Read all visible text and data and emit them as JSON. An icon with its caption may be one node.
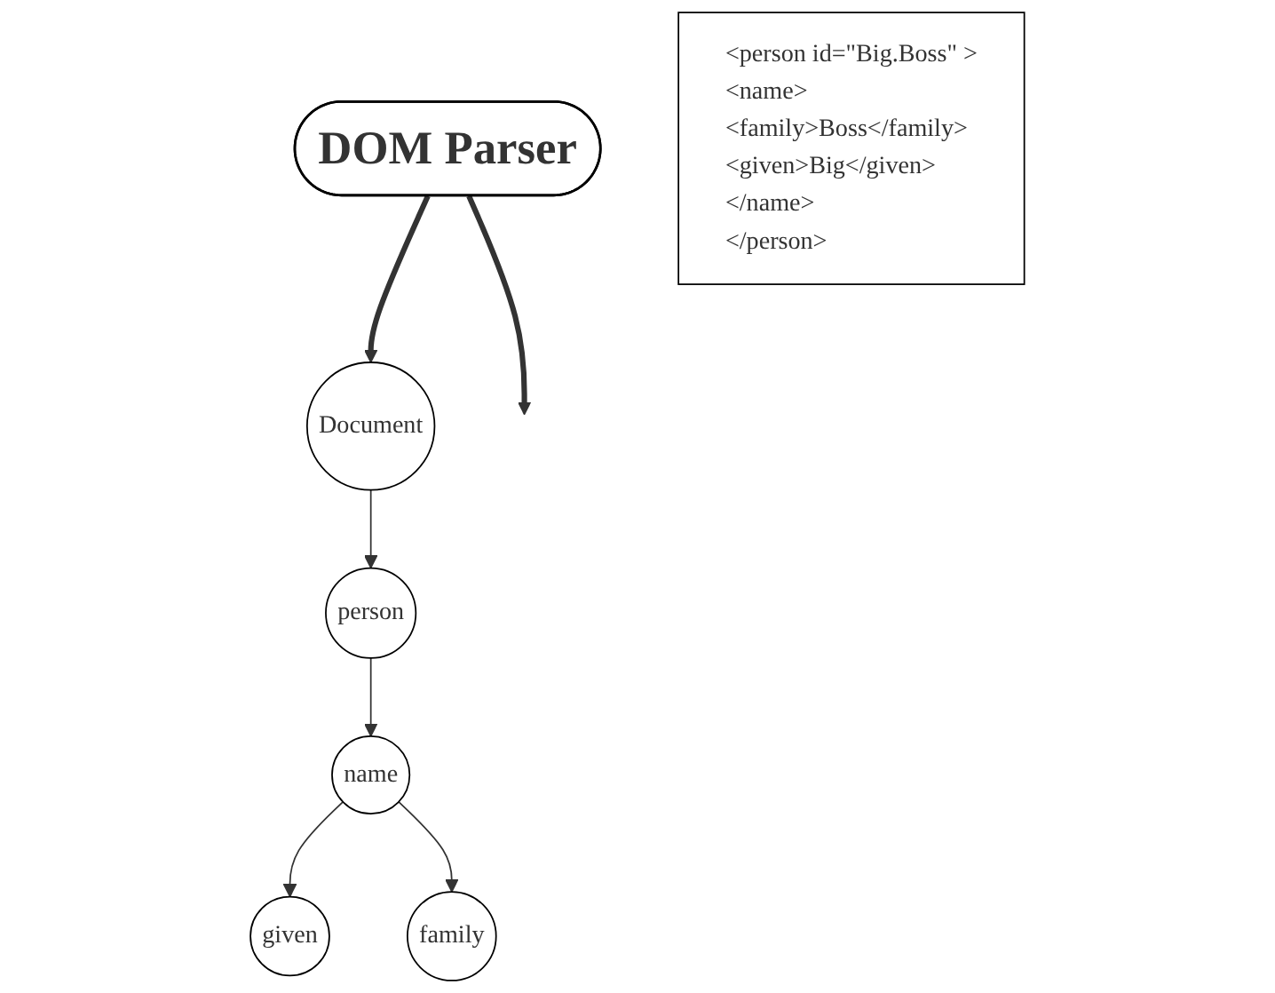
{
  "diagram": {
    "nodes": [
      {
        "text": [
          "DOM Parser"
        ]
      },
      {
        "text": [
          "<person id=\"Big.Boss\" >",
          "<name>",
          "<family>Boss</family>",
          "<given>Big</given>",
          "</name>",
          "</person>"
        ]
      },
      {
        "text": [
          "Document"
        ]
      },
      {
        "text": [
          "person"
        ]
      },
      {
        "text": [
          "name"
        ]
      },
      {
        "text": [
          "given"
        ]
      },
      {
        "text": [
          "family"
        ]
      }
    ],
    "edges": [
      {
        "from": 0,
        "to": 2,
        "arrow": "to",
        "style": "thick"
      },
      {
        "from": 0,
        "to": null,
        "arrow": "to",
        "style": "thick"
      },
      {
        "from": 2,
        "to": 3,
        "arrow": "to"
      },
      {
        "from": 3,
        "to": 4,
        "arrow": "to"
      },
      {
        "from": 4,
        "to": 5,
        "arrow": "to"
      },
      {
        "from": 4,
        "to": 6,
        "arrow": "to"
      }
    ]
  }
}
